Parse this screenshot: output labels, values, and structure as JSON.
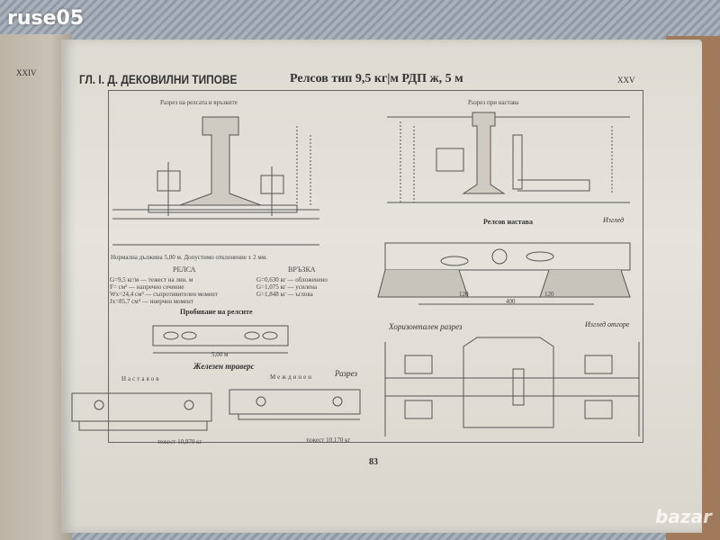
{
  "watermark": "ruse05",
  "bottom_watermark": "bazar",
  "left_page": {
    "roman_number": "XXIV"
  },
  "header": {
    "chapter": "ГЛ. І. Д. ДЕКОВИЛНИ ТИПОВЕ",
    "title": "Релсов тип 9,5 кг|м РДП ж, 5 м",
    "roman_number": "XXV"
  },
  "sections": {
    "rail_section": "Разрез на релсата и връзките",
    "joint_section": "Разрез при настава",
    "normal_length": "Нормална дължина 5,00 м. Допустимо отклонение ± 2 мм.",
    "rail": {
      "heading": "РЕЛСА",
      "lines": [
        "G=9,5 кг/м — тежест на лин. м",
        "F=     см² — напречно сечение",
        "Wx=24,4 см³ — съпротивителен момент",
        "Jx=85,7 см⁴ — инерчен момент"
      ]
    },
    "fastening": {
      "heading": "ВРЪЗКА",
      "lines": [
        "G=0,630 кг — обложенено",
        "G=1,075 кг — усилена",
        "G=1,848 кг — ъглова"
      ]
    },
    "rail_drilling": {
      "title": "Пробиване на релсите",
      "length": "5,00 м"
    },
    "iron_sleeper": {
      "title": "Железен траверс",
      "joint": "Наставов",
      "intermediate": "Междинен",
      "section": "Разрез",
      "weight_joint": "тежест 10,970 кг",
      "weight_intermediate": "тежест 10,170 кг"
    },
    "rail_joint": {
      "title": "Релсов настава",
      "view": "Изглед",
      "horizontal_section": "Хоризонтален разрез",
      "top_view": "Изглед отгоре",
      "dims": [
        "120",
        "120",
        "400"
      ]
    }
  },
  "page_number": "83"
}
